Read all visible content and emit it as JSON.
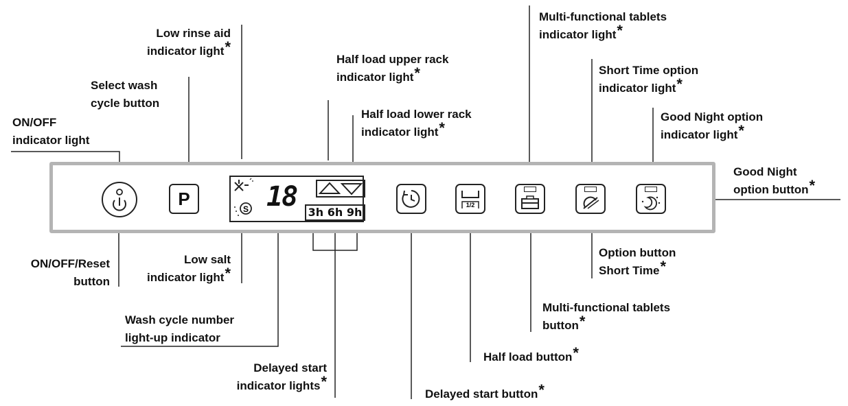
{
  "labels": {
    "on_off_indicator": "ON/OFF\nindicator light",
    "select_wash_cycle": "Select wash\ncycle button",
    "low_rinse_aid": "Low rinse aid\nindicator light",
    "half_load_upper": "Half load upper rack\nindicator light",
    "half_load_lower": "Half load lower rack\nindicator light",
    "multi_tablets_indicator": "Multi-functional tablets\nindicator light",
    "short_time_indicator": "Short Time option\nindicator light",
    "good_night_indicator": "Good Night option\nindicator light",
    "good_night_button": "Good Night\noption button",
    "on_off_reset": "ON/OFF/Reset\nbutton",
    "low_salt": "Low salt\nindicator light",
    "wash_cycle_number": "Wash cycle number\nlight-up indicator",
    "delayed_start_lights": "Delayed start\nindicator lights",
    "delayed_start_button": "Delayed start button",
    "half_load_button": "Half load button",
    "multi_tablets_button": "Multi-functional tablets\nbutton",
    "option_short_time": "Option button\nShort Time"
  },
  "panel": {
    "program_button_glyph": "P",
    "display_digits": "18",
    "delay_options": "3h 6h 9h",
    "half_load_glyph": "1/2",
    "salt_glyph": "S",
    "star": "*"
  },
  "colors": {
    "panel_border": "#b4b4b4",
    "ink": "#222222"
  },
  "icons": [
    "power-icon",
    "rinse-aid-icon",
    "salt-icon",
    "rack-triangles-icon",
    "delay-clock-icon",
    "half-load-icon",
    "tablet-icon",
    "short-time-icon",
    "good-night-icon"
  ]
}
